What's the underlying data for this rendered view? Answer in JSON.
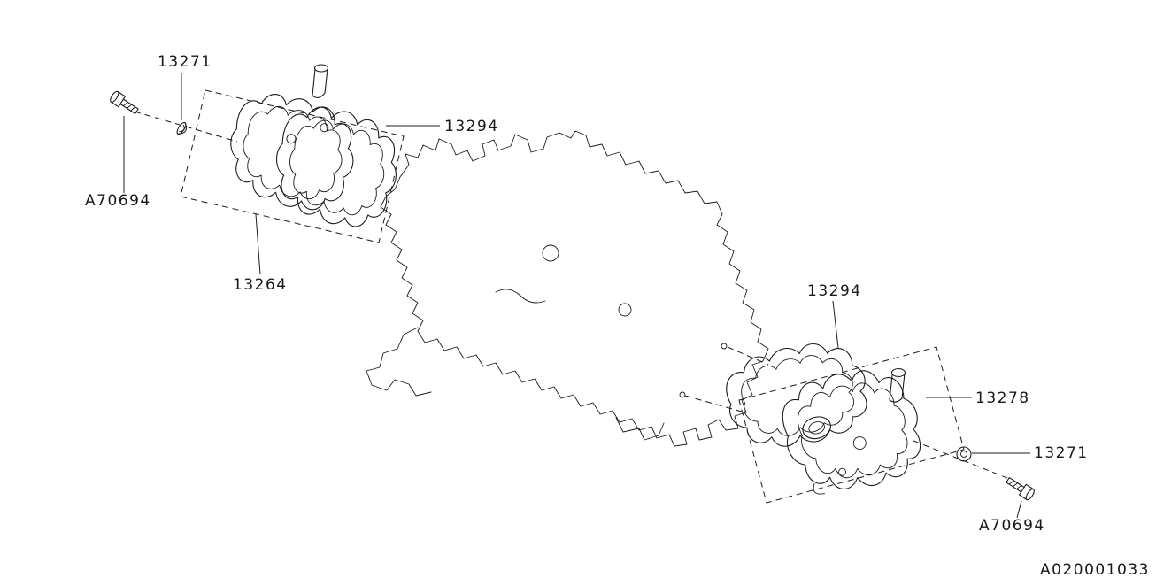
{
  "figure": {
    "code": "A020001033"
  },
  "labels": {
    "grommet_front": "13271",
    "bolt_front": "A70694",
    "gasket_front": "13294",
    "cover_front": "13264",
    "gasket_rear": "13294",
    "cover_rear": "13278",
    "grommet_rear": "13271",
    "bolt_rear": "A70694"
  },
  "colors": {
    "background": "#ffffff",
    "line": "#1c1c1c"
  }
}
